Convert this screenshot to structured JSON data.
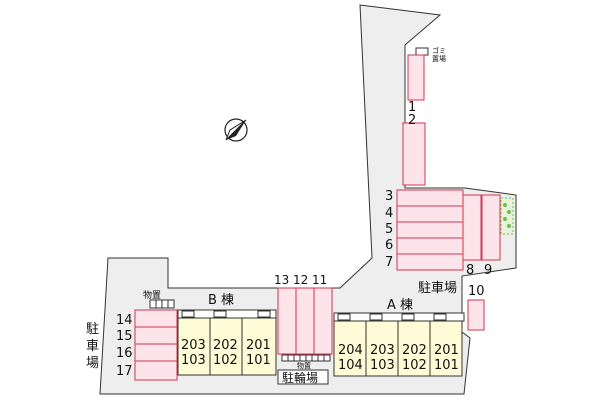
{
  "labels": {
    "trash_line1": "ゴミ",
    "trash_line2": "置場",
    "storage_b": "物置",
    "storage_bike": "物置",
    "bike_parking": "駐輪場",
    "parking_right": "駐車場",
    "parking_left": [
      "駐",
      "車",
      "場"
    ],
    "building_a": "A 棟",
    "building_b": "B 棟"
  },
  "parking_numbers": {
    "top_strip": [
      "1",
      "2"
    ],
    "right_group": [
      "3",
      "4",
      "5",
      "6",
      "7"
    ],
    "vertical_pair": [
      "8",
      "9"
    ],
    "single": "10",
    "center": [
      "13",
      "12",
      "11"
    ],
    "left": [
      "14",
      "15",
      "16",
      "17"
    ]
  },
  "building_b_units": [
    {
      "upper": "203",
      "lower": "103"
    },
    {
      "upper": "202",
      "lower": "102"
    },
    {
      "upper": "201",
      "lower": "101"
    }
  ],
  "building_a_units": [
    {
      "upper": "204",
      "lower": "104"
    },
    {
      "upper": "203",
      "lower": "103"
    },
    {
      "upper": "202",
      "lower": "102"
    },
    {
      "upper": "201",
      "lower": "101"
    }
  ],
  "compass_icon": "north-arrow-icon",
  "colors": {
    "parking_fill": "#fde3ea",
    "parking_stroke": "#d0364f",
    "unit_fill": "#fffbd6",
    "grass": "#6fbf4a"
  }
}
